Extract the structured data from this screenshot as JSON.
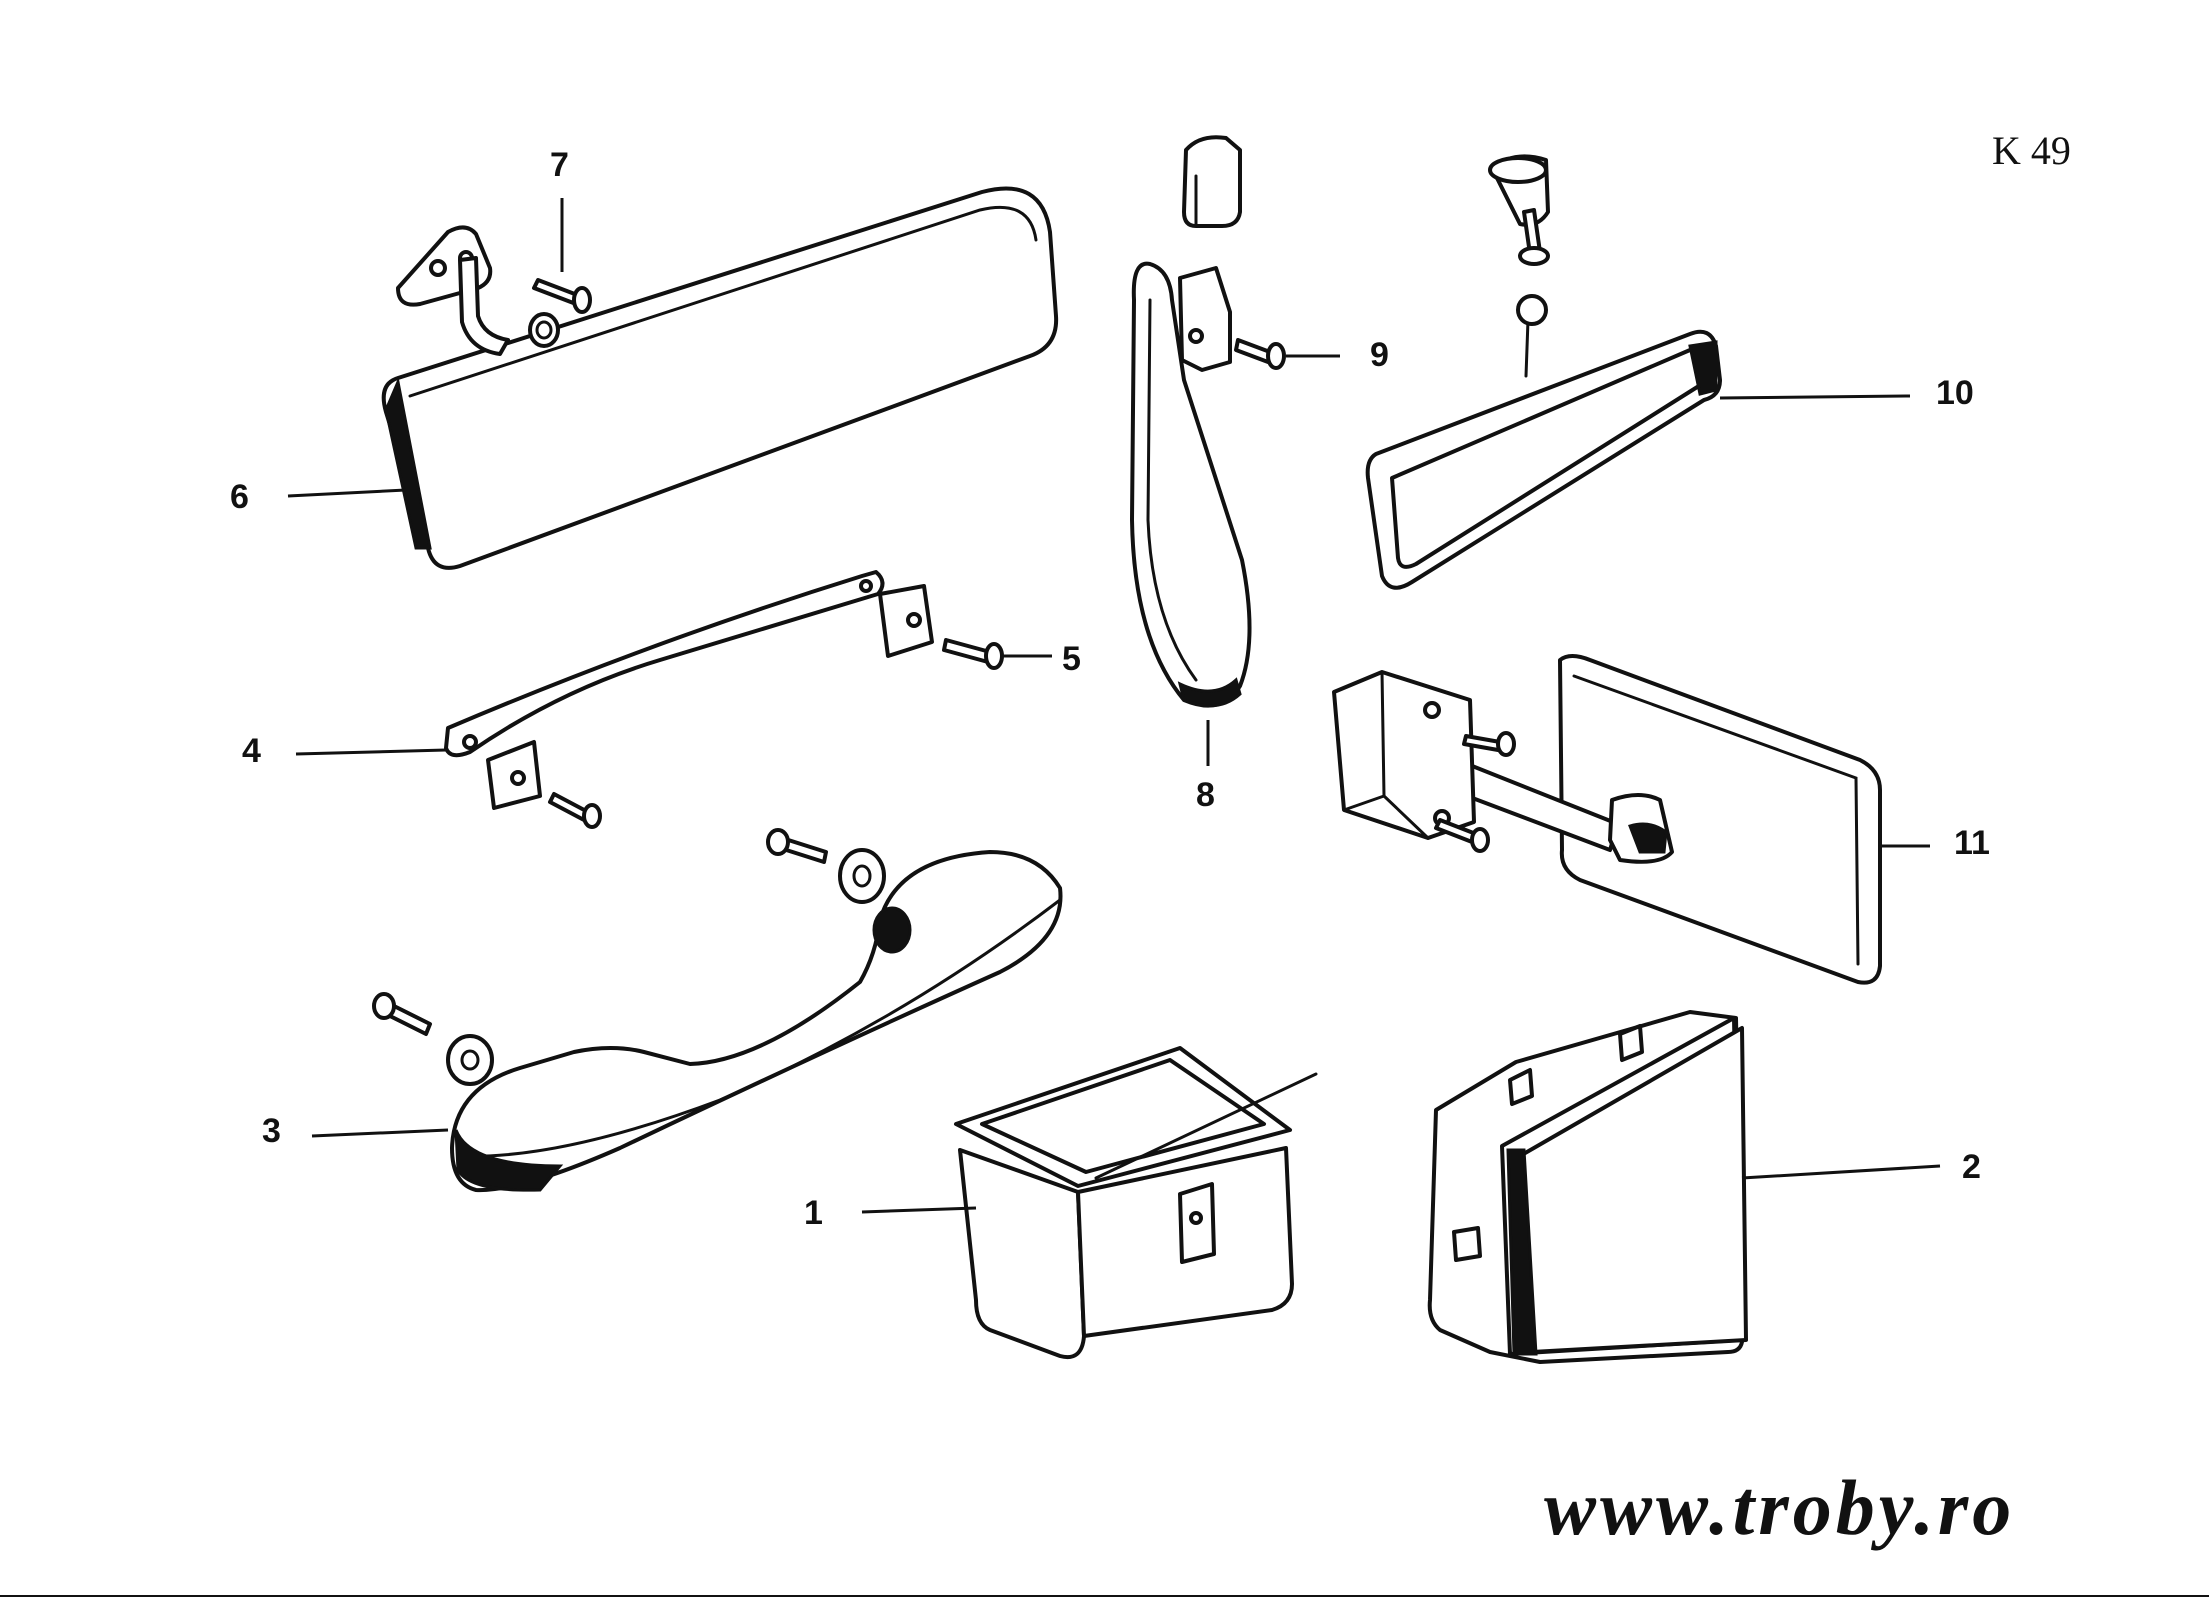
{
  "sheet_code": "K 49",
  "website": "www.troby.ro",
  "callouts": [
    "1",
    "2",
    "3",
    "4",
    "5",
    "6",
    "7",
    "8",
    "9",
    "10",
    "11"
  ]
}
